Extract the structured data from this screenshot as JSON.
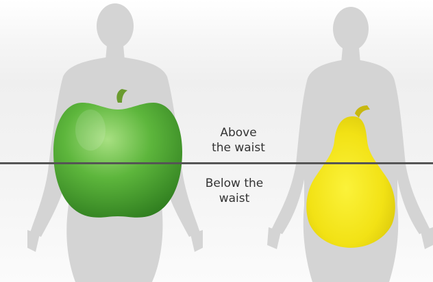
{
  "labels": {
    "above": "Above\nthe waist",
    "below": "Below the\nwaist"
  },
  "shapes": {
    "apple": "apple",
    "pear": "pear"
  },
  "colors": {
    "silhouette": "#d4d4d4",
    "waist_line": "#555555",
    "apple": "#5db63c",
    "pear": "#f2e215"
  }
}
